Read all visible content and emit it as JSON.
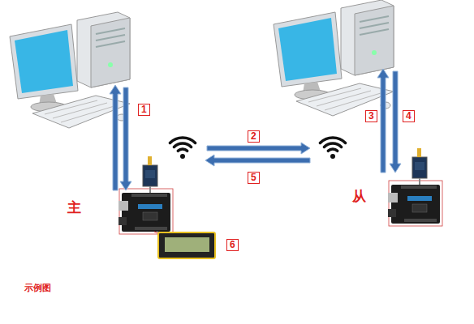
{
  "diagram": {
    "caption": "示例图",
    "labels": [
      "1",
      "2",
      "3",
      "4",
      "5",
      "6",
      "主",
      "从"
    ]
  }
}
